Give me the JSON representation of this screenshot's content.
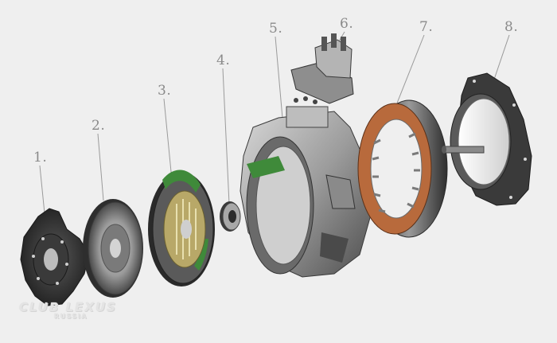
{
  "labels": [
    "1.",
    "2.",
    "3.",
    "4.",
    "5.",
    "6.",
    "7.",
    "8."
  ],
  "watermark": {
    "main": "CLUB LEXUS",
    "sub": "RUSSIA"
  },
  "colors": {
    "background": "#efefef",
    "label": "#8a8a8a",
    "leader": "#9a9a9a",
    "metal_dark": "#3a3a3a",
    "metal_mid": "#8c8c8c",
    "metal_light": "#c8c8c8",
    "copper": "#b86a3c",
    "green_board": "#3f8a3a"
  }
}
